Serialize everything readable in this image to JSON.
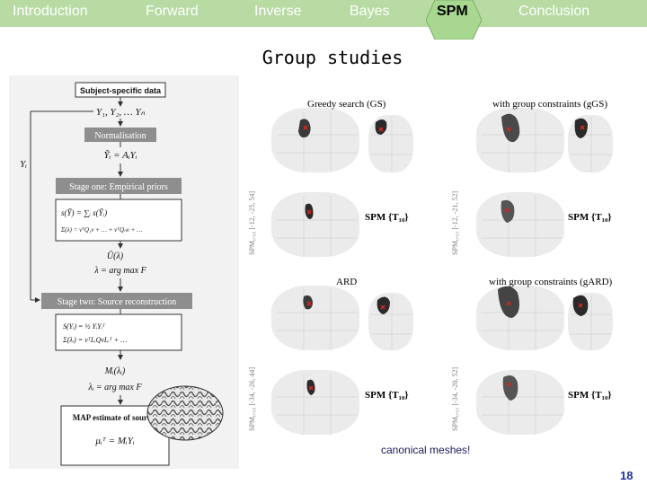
{
  "nav": {
    "items": [
      "Introduction",
      "Forward",
      "Inverse",
      "Bayes",
      "SPM",
      "Conclusion"
    ],
    "active": "SPM",
    "bar_color": "#b7dba3",
    "active_highlight_color": "#a8d890"
  },
  "slide": {
    "title": "Group studies",
    "caption": "canonical meshes!",
    "page_number": "18"
  },
  "diagram": {
    "box_fill": "#8e8e8e",
    "subject_data_label": "Subject-specific data",
    "data_sequence": "Y₁, Y₂, … Yₙ",
    "y_i_label": "Yᵢ",
    "normalisation_label": "Normalisation",
    "normalisation_eq": "Ỹᵢ = AᵢYᵢ",
    "stage_one_label": "Stage one: Empirical priors",
    "stage_one_eq1": "s(Ỹ) = ∑ᵢ s(Ỹᵢ)",
    "stage_one_eq2": "Σ(λ) = νᵀQ₁ν + … + νᵀQₙν + …",
    "objective_label": "Ū(λ)",
    "argmax_label": "λ = arg max F",
    "stage_two_label": "Stage two: Source reconstruction",
    "stage_two_eq1": "S(Yᵢ) = ½ YᵢYᵢᵀ",
    "stage_two_eq2": "Σ(λᵢ) = νᵀLᵢQνLᵢᵀ + …",
    "m_label": "Mᵢ(λᵢ)",
    "argmax_i_label": "λᵢ = arg max F",
    "map_label": "MAP estimate of sources",
    "map_eq": "μᵢᵀ = MᵢYᵢ"
  },
  "figure": {
    "panels": [
      {
        "title": "Greedy search (GS)",
        "side_label": "SPM₀.₉₅ [-12, -25, 54]",
        "spm_label": "SPM {T₁₀}"
      },
      {
        "title": "with group constraints (gGS)",
        "side_label": "SPM₀.₉₅ [-12, -21, 52]",
        "spm_label": "SPM {T₁₀}"
      },
      {
        "title": "ARD",
        "side_label": "SPM₀.₉₅ [-34, -26, 44]",
        "spm_label": "SPM {T₁₀}"
      },
      {
        "title": "with group constraints (gARD)",
        "side_label": "SPM₀.₉₅ [-34, -20, 52]",
        "spm_label": "SPM {T₁₀}"
      }
    ]
  }
}
